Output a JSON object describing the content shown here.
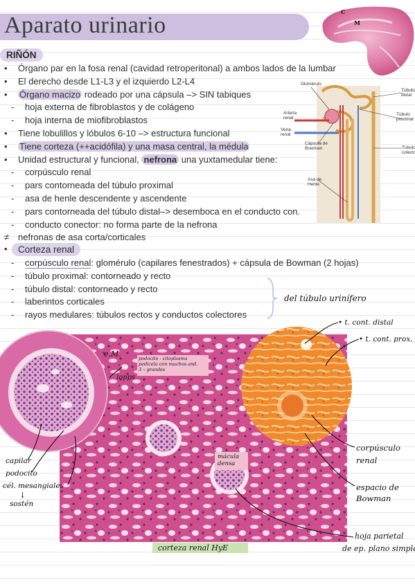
{
  "title": "Aparato urinario",
  "section_rinon": "RIÑÓN",
  "rinon_lines": [
    {
      "mark": "•",
      "text": "Órgano par en la fosa renal (cavidad retroperitonal) a ambos lados de la lumbar"
    },
    {
      "mark": "•",
      "text": "El derecho desde L1-L3 y el izquierdo L2-L4"
    },
    {
      "mark": "•",
      "hl": "Órgano macizo",
      "text": " rodeado por una cápsula –> SIN tabiques"
    },
    {
      "mark": "-",
      "text": "hoja externa de fibroblastos y de colágeno"
    },
    {
      "mark": "-",
      "text": "hoja interna de miofibroblastos"
    },
    {
      "mark": "•",
      "text": "Tiene lobulillos y lóbulos 6-10 –> estructura funcional"
    },
    {
      "mark": "•",
      "hl": "Tiene corteza (++acidófila) y una masa central, la médula",
      "text": ""
    },
    {
      "mark": "•",
      "pre": "Unidad estructural y funcional, ",
      "bold": "nefrona",
      "text": " una yuxtamedular tiene:"
    },
    {
      "mark": "-",
      "text": "corpúsculo renal"
    },
    {
      "mark": "-",
      "text": "pars contorneada del túbulo proximal"
    },
    {
      "mark": "-",
      "text": "asa de henle descendente y ascendente"
    },
    {
      "mark": "-",
      "text": "pars contorneada del túbulo distal–> desemboca en el conducto con."
    },
    {
      "mark": "-",
      "text": "conducto conector: no forma parte de la nefrona"
    },
    {
      "mark": "≠",
      "text": "nefronas de asa corta/corticales"
    }
  ],
  "section_corteza": "Corteza renal",
  "corteza_lines": [
    {
      "mark": "-",
      "ul": "corpúsculo renal",
      "text": ": glomérulo (capilares fenestrados) + cápsula de Bowman (2 hojas)"
    },
    {
      "mark": "-",
      "text": "túbulo proximal: contorneado y recto"
    },
    {
      "mark": "-",
      "text": "túbulo distal: contorneado y recto"
    },
    {
      "mark": "-",
      "text": "laberintos corticales"
    },
    {
      "mark": "-",
      "text": "rayos medulares: túbulos rectos y conductos colectores"
    }
  ],
  "brace_note": "del túbulo urinífero",
  "kidney_labels": {
    "c": "C",
    "m": "M"
  },
  "nephron_diagram": {
    "glomerulo": "Glomérulo",
    "tubulo_distal": "Túbulo\ndistal",
    "arteria_renal": "Arteria\nrenal",
    "tubulo_proximal": "Túbulo\nproximal",
    "vena_renal": "Vena\nrenal",
    "capsula_bowman": "Cápsula de\nBowman",
    "tubulo_colector": "Túbulo\ncolector",
    "asa_henle": "Asa de\nHenle"
  },
  "micro_annotations": {
    "em": "e.M.",
    "podocito_note": "podocito - citoplasma\npedicelo con muchos and.\n3 – grandes",
    "lopps": "lopps",
    "capilar": "capilar",
    "podocito": "podocito",
    "cel_mesangiales": "cél. mesangiales",
    "arrow": "↓",
    "sosten": "sostén",
    "macula_densa": "mácula\ndensa",
    "corteza_renal_hye": "corteza renal HyE",
    "t_cont_distal": "• t. cont. distal",
    "t_cont_prox": "• t. cont. prox.",
    "corpusculo_renal": "corpúsculo\nrenal",
    "espacio_bowman": "espacio de\nBowman",
    "hoja_parietal": "hoja parietal",
    "ep_plano": "de ep. plano simple"
  },
  "colors": {
    "accent": "#cdbfdf",
    "tissue": "#d2548f",
    "tissue_orange": "#f08a2c"
  }
}
